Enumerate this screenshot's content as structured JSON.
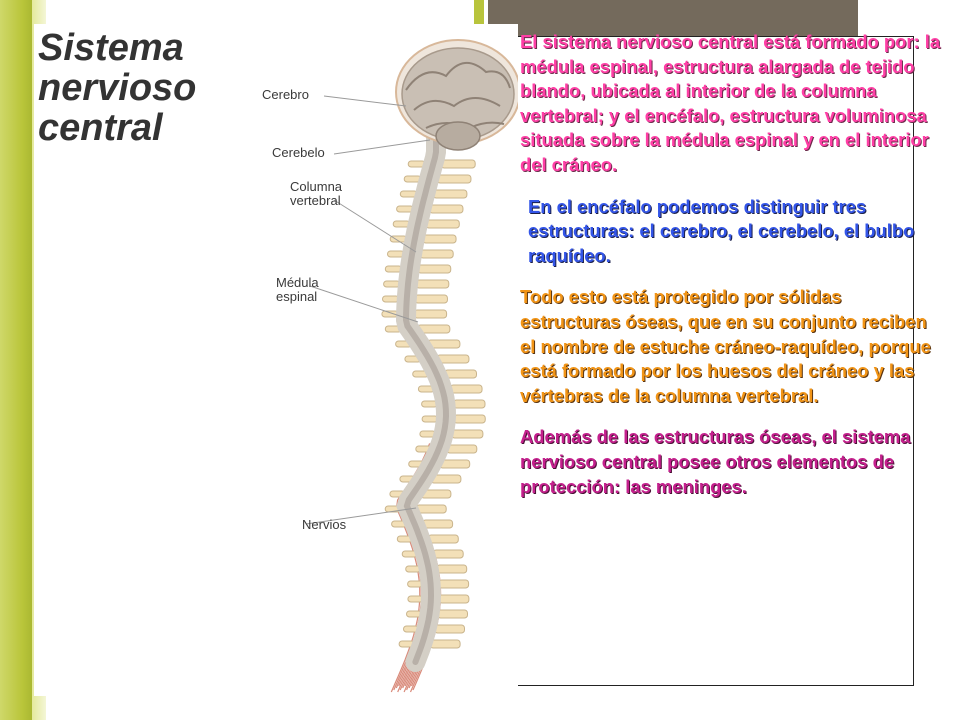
{
  "slide": {
    "diagram": {
      "title": "Sistema\nnervioso\ncentral",
      "labels": {
        "cerebro": "Cerebro",
        "cerebelo": "Cerebelo",
        "columna": "Columna\nvertebral",
        "medula": "Médula\nespinal",
        "nervios": "Nervios"
      }
    },
    "paragraphs": [
      "El sistema nervioso central está formado por: la médula espinal, estructura alargada de tejido blando, ubicada al interior de la columna vertebral; y el encéfalo, estructura voluminosa situada sobre la médula espinal y en el interior del cráneo.",
      "En el encéfalo podemos distinguir tres estructuras: el cerebro, el cerebelo, el bulbo raquídeo.",
      "Todo esto está protegido por sólidas estructuras óseas, que en su conjunto reciben el nombre de estuche cráneo-raquídeo, porque está formado por los huesos del cráneo y las vértebras de la columna vertebral.",
      "Además de las estructuras óseas, el sistema nervioso central posee otros elementos de protección: las meninges."
    ],
    "colors": {
      "pink": "#ff3fa6",
      "blue": "#3355e8",
      "orange": "#f19416",
      "magenta": "#c4208d",
      "bone": "#f3e0b8",
      "nerve": "#d98a7a"
    }
  }
}
